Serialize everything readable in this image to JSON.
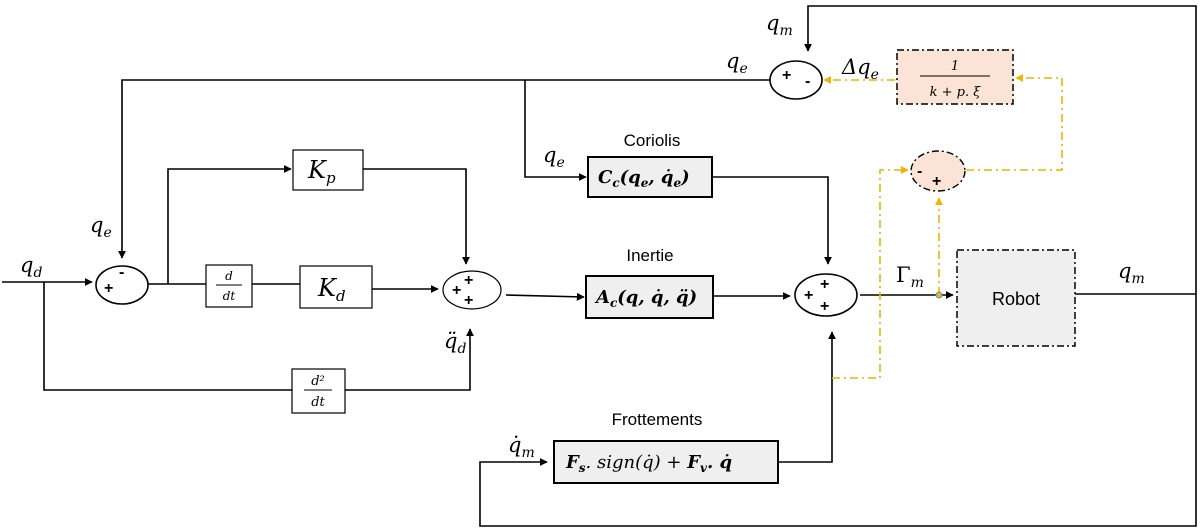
{
  "colors": {
    "accent": "#f0b400",
    "highlight_fill": "#fbe4d5",
    "block_fill": "#efefef"
  },
  "signals": {
    "q_d": "q",
    "q_d_sub": "d",
    "q_e_left": "q",
    "q_e_left_sub": "e",
    "q_e_top": "q",
    "q_e_top_sub": "e",
    "q_e_coriolis": "q",
    "q_e_coriolis_sub": "e",
    "q_m_top": "q",
    "q_m_top_sub": "m",
    "q_m_out": "q",
    "q_m_out_sub": "m",
    "delta_q_e": "Δq",
    "delta_q_e_sub": "e",
    "qdd_d": "q̈",
    "qdd_d_sub": "d",
    "qdot_m": "q̇",
    "qdot_m_sub": "m",
    "gamma_m": "Γ",
    "gamma_m_sub": "m"
  },
  "blocks": {
    "kp": {
      "symbol": "K",
      "sub": "p"
    },
    "kd": {
      "symbol": "K",
      "sub": "d"
    },
    "deriv": {
      "num": "d",
      "den": "dt"
    },
    "deriv2": {
      "num": "d²",
      "den": "dt"
    },
    "coriolis": {
      "title": "Coriolis",
      "expr": "C",
      "expr_sub": "c",
      "args": "(q",
      "args_sub1": "e",
      "args_mid": ", q̇",
      "args_sub2": "e",
      "args_end": ")"
    },
    "inertie": {
      "title": "Inertie",
      "expr": "A",
      "expr_sub": "c",
      "args": "(q, q̇, q̈)"
    },
    "frottements": {
      "title": "Frottements",
      "expr1": "F",
      "expr1_sub": "s",
      "mid": ". sign(q̇) + ",
      "expr2": "F",
      "expr2_sub": "v",
      "end": ". q̇"
    },
    "filter": {
      "num": "1",
      "den": "k + p. ξ"
    },
    "robot": {
      "label": "Robot"
    }
  },
  "summers": {
    "s1": {
      "top": "-",
      "left": "+"
    },
    "s2": {
      "top": "+",
      "left": "+",
      "bottom": "+"
    },
    "s3": {
      "top": "+",
      "left": "+",
      "bottom": "+"
    },
    "s4": {
      "left": "+",
      "right": "-"
    },
    "s5": {
      "left": "-",
      "bottom": "+"
    }
  }
}
